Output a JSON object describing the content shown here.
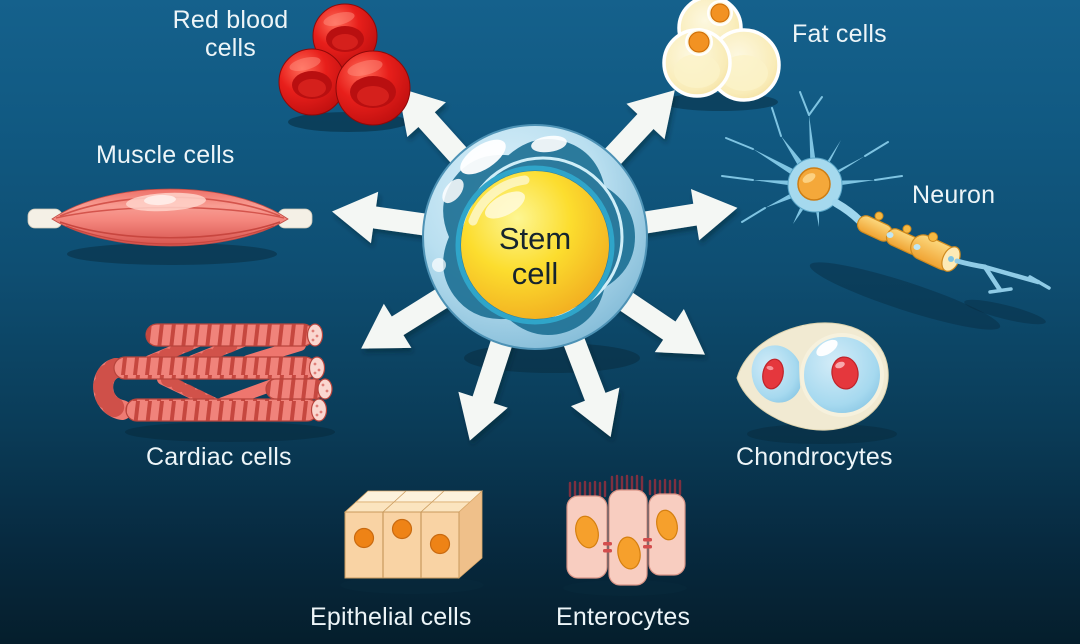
{
  "stem_cell": {
    "line1": "Stem",
    "line2": "cell"
  },
  "cell_types": [
    {
      "id": "red-blood-cells",
      "label": "Red blood cells"
    },
    {
      "id": "fat-cells",
      "label": "Fat cells"
    },
    {
      "id": "muscle-cells",
      "label": "Muscle cells"
    },
    {
      "id": "neuron",
      "label": "Neuron"
    },
    {
      "id": "cardiac-cells",
      "label": "Cardiac cells"
    },
    {
      "id": "chondrocytes",
      "label": "Chondrocytes"
    },
    {
      "id": "epithelial-cells",
      "label": "Epithelial cells"
    },
    {
      "id": "enterocytes",
      "label": "Enterocytes"
    }
  ],
  "colors": {
    "background_top": "#15618c",
    "background_bottom": "#051e2c",
    "arrow": "#f4f7f4",
    "label_text": "#edf5f8",
    "stem_body": "#b9dff0",
    "stem_nucleus": "#fcd928",
    "red_blood": "#e01c1c",
    "fat": "#faeec8",
    "muscle": "#f2837b",
    "neuron": "#8fd0e8",
    "cardiac": "#ef7169",
    "chondrocyte": "#aadcf2",
    "epithelial": "#f8d2a0",
    "enterocyte": "#f7c9bb"
  }
}
